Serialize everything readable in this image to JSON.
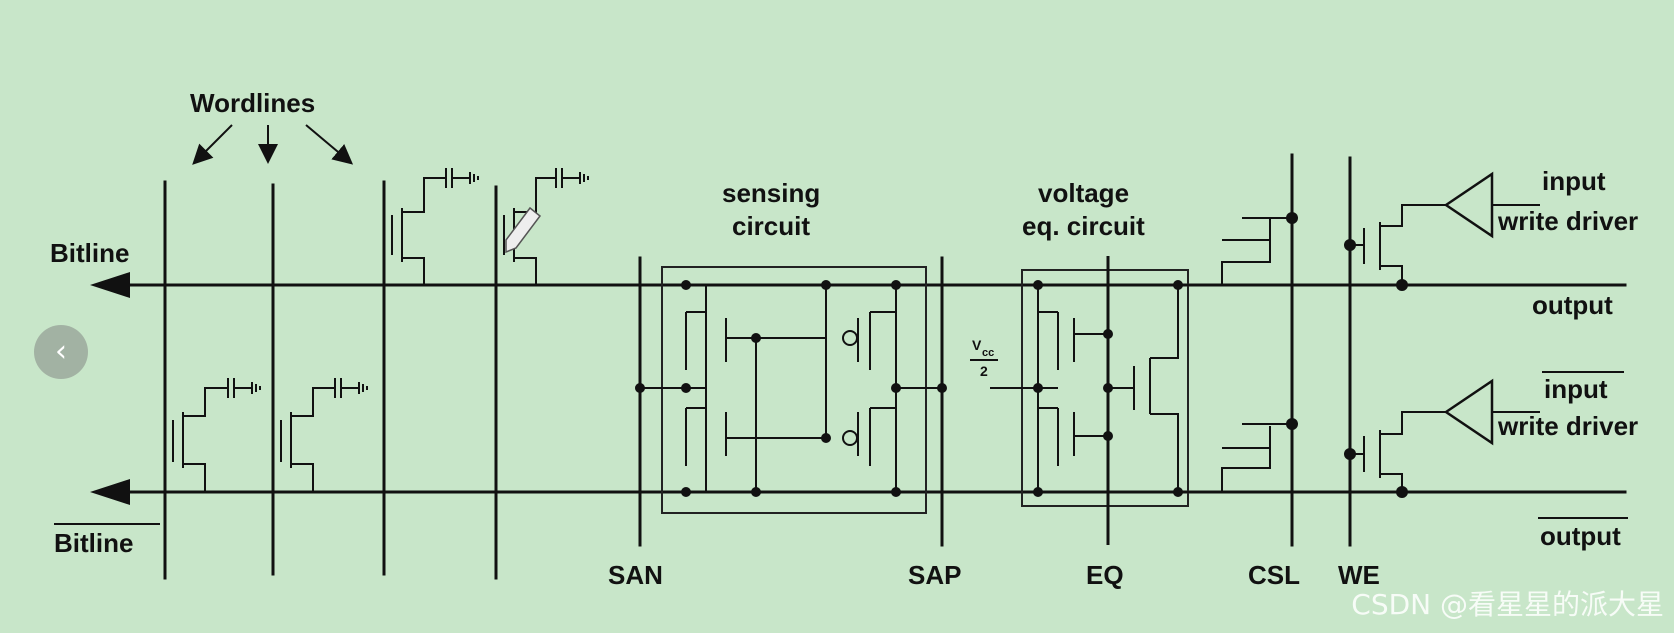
{
  "labels": {
    "wordlines": "Wordlines",
    "bitline": "Bitline",
    "bitline_bar": "Bitline",
    "sensing_1": "sensing",
    "sensing_2": "circuit",
    "voltage_1": "voltage",
    "voltage_2": "eq. circuit",
    "input_top": "input",
    "write_driver_top": "write driver",
    "output_top": "output",
    "input_bot": "input",
    "write_driver_bot": "write driver",
    "output_bot": "output",
    "san": "SAN",
    "sap": "SAP",
    "eq": "EQ",
    "csl": "CSL",
    "we": "WE",
    "vcc": "V",
    "vcc_sub": "cc",
    "vcc_den": "2"
  },
  "nav": {
    "prev_icon": "‹"
  },
  "watermark": "CSDN @看星星的派大星"
}
